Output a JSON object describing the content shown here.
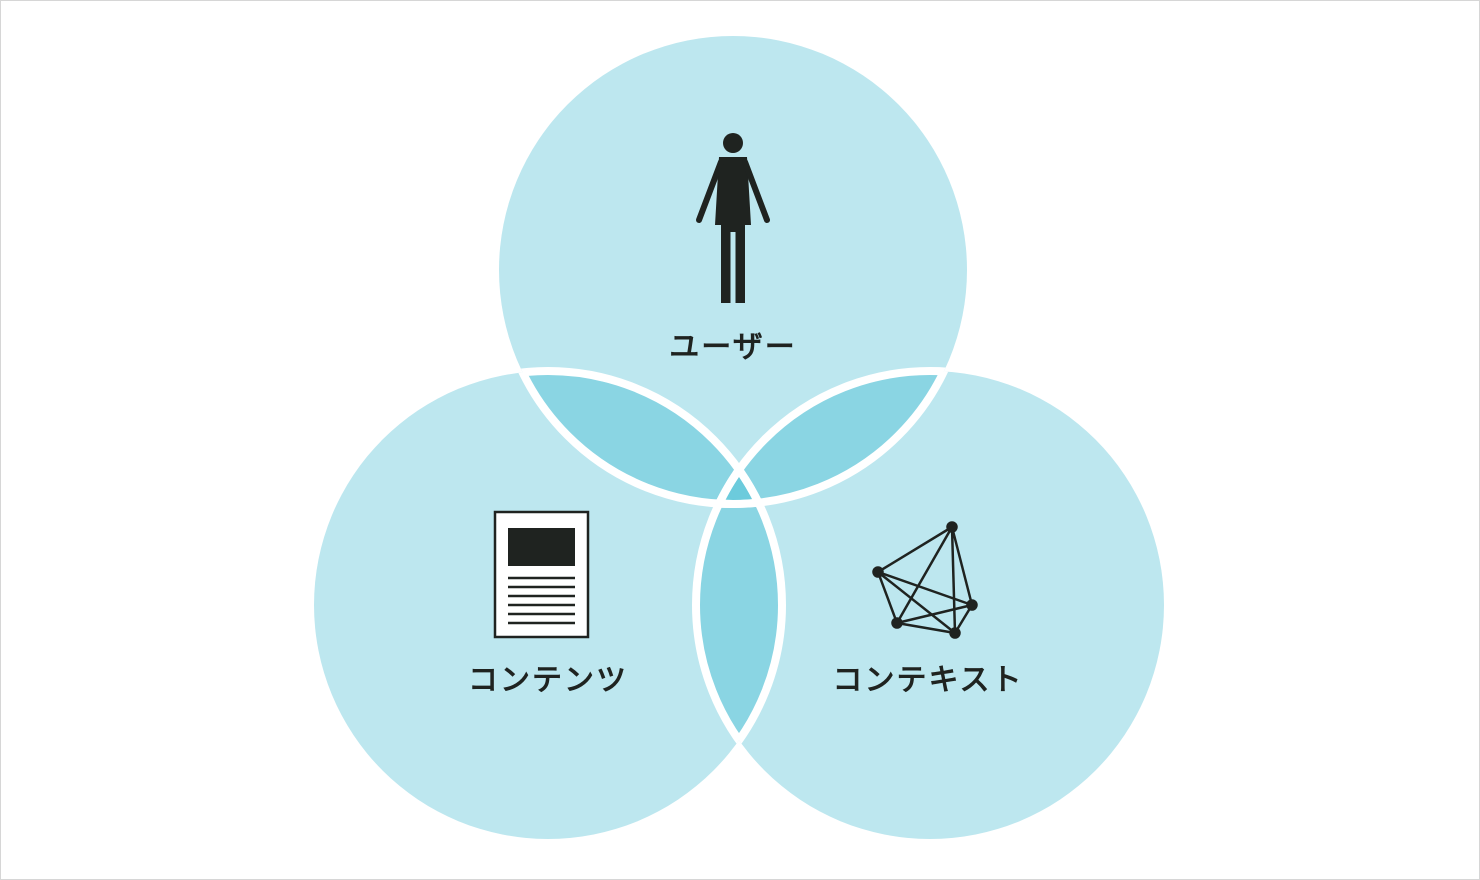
{
  "diagram": {
    "type": "venn-3",
    "colors": {
      "circle_fill": "#bde7ef",
      "pair_overlap_fill": "#8ad5e3",
      "center_overlap_fill": "#6ccbdc",
      "outline": "#ffffff",
      "icon": "#1f2320",
      "frame_border": "#d6d6d6"
    },
    "sets": [
      {
        "id": "user",
        "label": "ユーザー",
        "icon": "person-icon"
      },
      {
        "id": "contents",
        "label": "コンテンツ",
        "icon": "document-icon"
      },
      {
        "id": "context",
        "label": "コンテキスト",
        "icon": "network-graph-icon"
      }
    ]
  }
}
